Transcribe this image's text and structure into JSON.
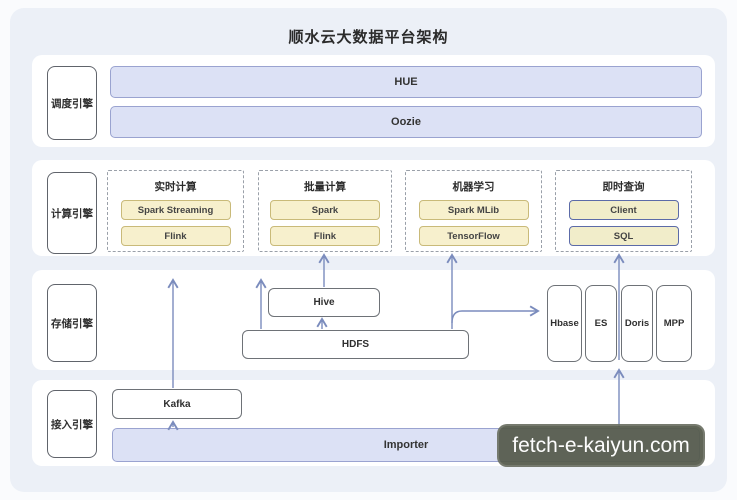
{
  "title": "顺水云大数据平台架构",
  "watermark": {
    "text": "fetch-e-kaiyun.com"
  },
  "colors": {
    "canvas": "#ecf0f7",
    "section_bg": "#ffffff",
    "lavender_fill": "#dce1f5",
    "lavender_border": "#9aa3d0",
    "cream_fill": "#f7f0cd",
    "cream_border": "#c9ba79",
    "blue_chip_border": "#5c6ba8",
    "arrow": "#7b8cbd",
    "watermark_bg": "#54594a"
  },
  "sections": {
    "scheduling": {
      "label": "调度引擎",
      "bars": [
        {
          "label": "HUE"
        },
        {
          "label": "Oozie"
        }
      ]
    },
    "compute": {
      "label": "计算引擎",
      "groups": [
        {
          "title": "实时计算",
          "items": [
            "Spark Streaming",
            "Flink"
          ],
          "style": "yellow"
        },
        {
          "title": "批量计算",
          "items": [
            "Spark",
            "Flink"
          ],
          "style": "yellow"
        },
        {
          "title": "机器学习",
          "items": [
            "Spark MLib",
            "TensorFlow"
          ],
          "style": "yellow"
        },
        {
          "title": "即时查询",
          "items": [
            "Client",
            "SQL"
          ],
          "style": "blue"
        }
      ]
    },
    "storage": {
      "label": "存储引擎",
      "nodes": {
        "hive": "Hive",
        "hdfs": "HDFS",
        "hbase": "Hbase",
        "es": "ES",
        "doris": "Doris",
        "mpp": "MPP"
      }
    },
    "access": {
      "label": "接入引擎",
      "nodes": {
        "kafka": "Kafka",
        "importer": "Importer"
      }
    }
  }
}
